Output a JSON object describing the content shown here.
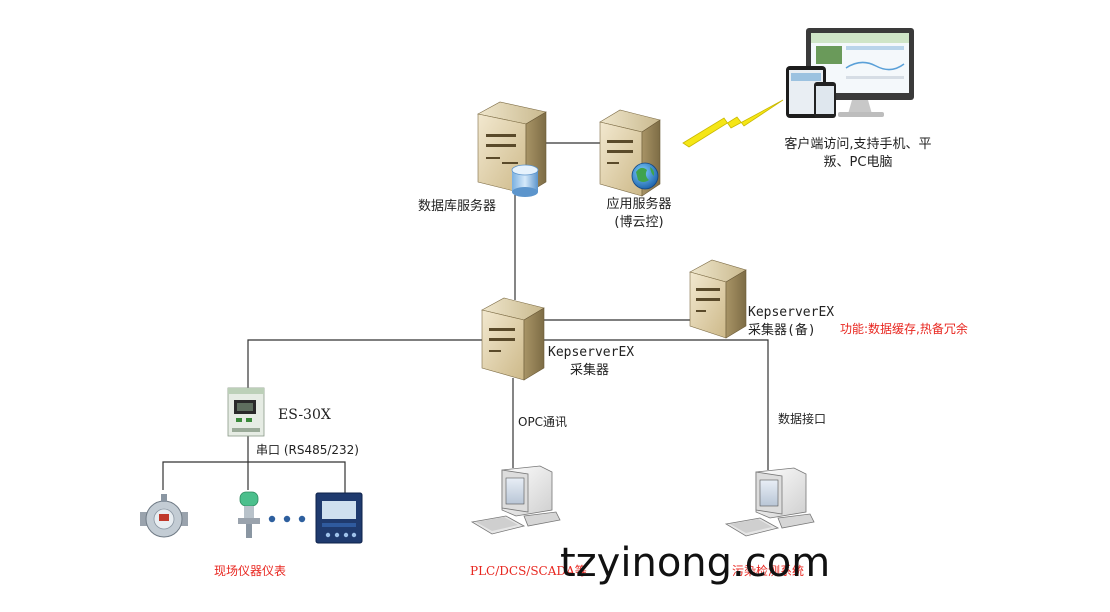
{
  "nodes": {
    "db_server": {
      "label": "数据库服务器"
    },
    "app_server": {
      "label_line1": "应用服务器",
      "label_line2": "(博云控)"
    },
    "client": {
      "label_line1": "客户端访问,支持手机、平",
      "label_line2": "叛、PC电脑"
    },
    "kep_main": {
      "label_line1": "KepserverEX",
      "label_line2": "采集器"
    },
    "kep_backup": {
      "label_line1": "KepserverEX",
      "label_line2": "采集器(备)",
      "note": "功能:数据缓存,热备冗余"
    },
    "es30x": {
      "label": "ES-30X",
      "port_label": "串口 (RS485/232)"
    },
    "opc_link": {
      "label": "OPC通讯"
    },
    "data_link": {
      "label": "数据接口"
    },
    "field_instruments": {
      "label": "现场仪器仪表"
    },
    "plc_pc": {
      "label": "PLC/DCS/SCADA等"
    },
    "pollution_pc": {
      "label": "污染检测系统"
    }
  },
  "watermark": "tzyinong.com",
  "colors": {
    "line": "#333333",
    "red": "#e8261f",
    "lightning": "#f5e616",
    "server": "#d9c9a3"
  }
}
